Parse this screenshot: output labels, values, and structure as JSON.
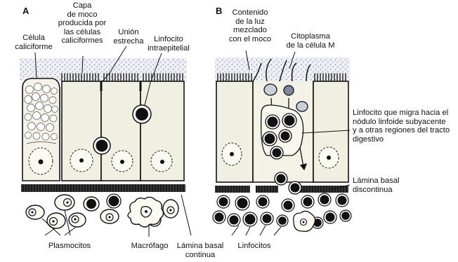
{
  "panels": [
    {
      "id": "A",
      "letter": "A",
      "labels": {
        "goblet_cell": "Célula\ncaliciforme",
        "mucus_layer": "Capa\nde moco\nproducida por\nlas células\ncaliciformes",
        "tight_junction": "Unión\nestrecha",
        "intraepithelial_lymphocyte": "Linfocito\nintraepitelial",
        "plasma_cells": "Plasmocitos",
        "macrophage": "Macrófago",
        "basal_lamina": "Lámina basal\ncontinua"
      }
    },
    {
      "id": "B",
      "letter": "B",
      "labels": {
        "lumen_content": "Contenido\nde la luz\nmezclado\ncon el moco",
        "m_cell_cytoplasm": "Citoplasma\nde la célula M",
        "migrating_lymphocyte": "Linfocito que migra hacia el\nnódulo linfoide subyacente\ny a otras regiones del tracto\ndigestivo",
        "basal_lamina": "Lámina basal\ndiscontinua",
        "lymphocytes": "Linfocitos"
      }
    }
  ],
  "colors": {
    "ink": "#111111",
    "cell_fill": "#f1efe2",
    "mucus_dots": "#8a94a6",
    "lamina": "#1a1a1a"
  }
}
